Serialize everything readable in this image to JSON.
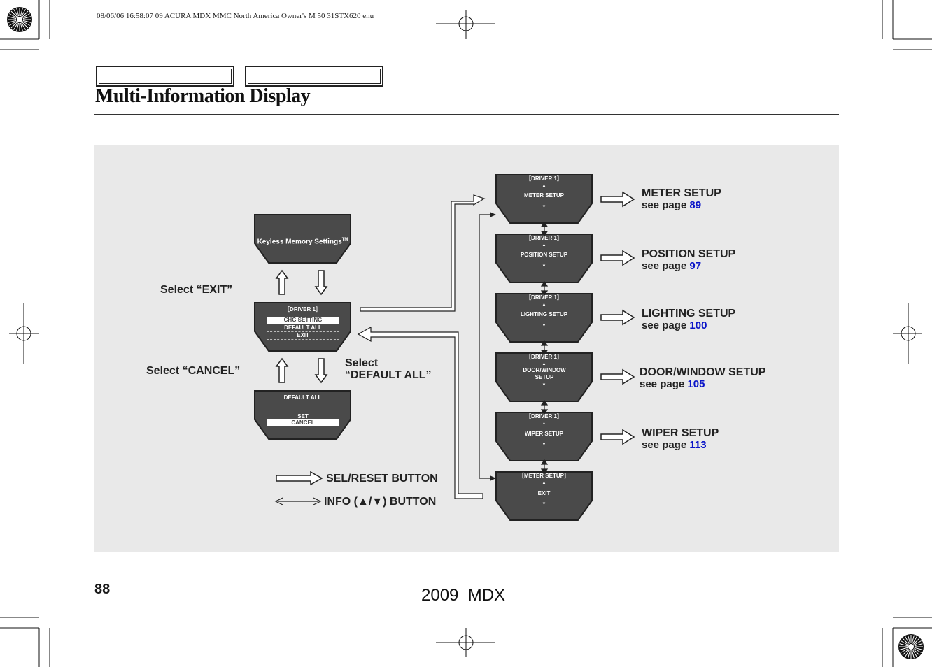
{
  "print_header": "08/06/06 16:58:07   09 ACURA MDX MMC North America Owner's M 50 31STX620 enu",
  "title": "Multi-Information Display",
  "page_number": "88",
  "model": "2009  MDX",
  "left_screens": {
    "top": {
      "text": "Keyless Memory Settings",
      "tm": "TM"
    },
    "middle": {
      "header": "［DRIVER 1］",
      "items": [
        "CHG SETTING",
        "DEFAULT ALL",
        "EXIT"
      ]
    },
    "bottom": {
      "header": "DEFAULT ALL",
      "items": [
        "SET",
        "CANCEL"
      ]
    }
  },
  "flow_labels": {
    "select_exit": "Select “EXIT”",
    "select_cancel": "Select “CANCEL”",
    "select_default_line1": "Select",
    "select_default_line2": "“DEFAULT ALL”"
  },
  "legend": {
    "sel_reset": "SEL/RESET BUTTON",
    "info": "INFO (▲/▼) BUTTON"
  },
  "right_screens": [
    {
      "header": "［DRIVER 1］",
      "up": "▲",
      "label": "METER SETUP",
      "down": "▼"
    },
    {
      "header": "［DRIVER 1］",
      "up": "▲",
      "label": "POSITION SETUP",
      "down": "▼"
    },
    {
      "header": "［DRIVER 1］",
      "up": "▲",
      "label": "LIGHTING SETUP",
      "down": "▼"
    },
    {
      "header": "［DRIVER 1］",
      "up": "▲",
      "label": "DOOR/WINDOW SETUP",
      "down": "▼"
    },
    {
      "header": "［DRIVER 1］",
      "up": "▲",
      "label": "WIPER SETUP",
      "down": "▼"
    },
    {
      "header": "［METER SETUP］",
      "up": "▲",
      "label": "EXIT",
      "down": "▼"
    }
  ],
  "setups": [
    {
      "title": "METER SETUP",
      "see": "see page",
      "page": "89"
    },
    {
      "title": "POSITION SETUP",
      "see": "see page",
      "page": "97"
    },
    {
      "title": "LIGHTING SETUP",
      "see": "see page",
      "page": "100"
    },
    {
      "title": "DOOR/WINDOW SETUP",
      "see": "see page",
      "page": "105"
    },
    {
      "title": "WIPER SETUP",
      "see": "see page",
      "page": "113"
    }
  ],
  "colors": {
    "screen": "#4a4a4a",
    "panel": "#e9e9e9",
    "link": "#0a14c8"
  }
}
